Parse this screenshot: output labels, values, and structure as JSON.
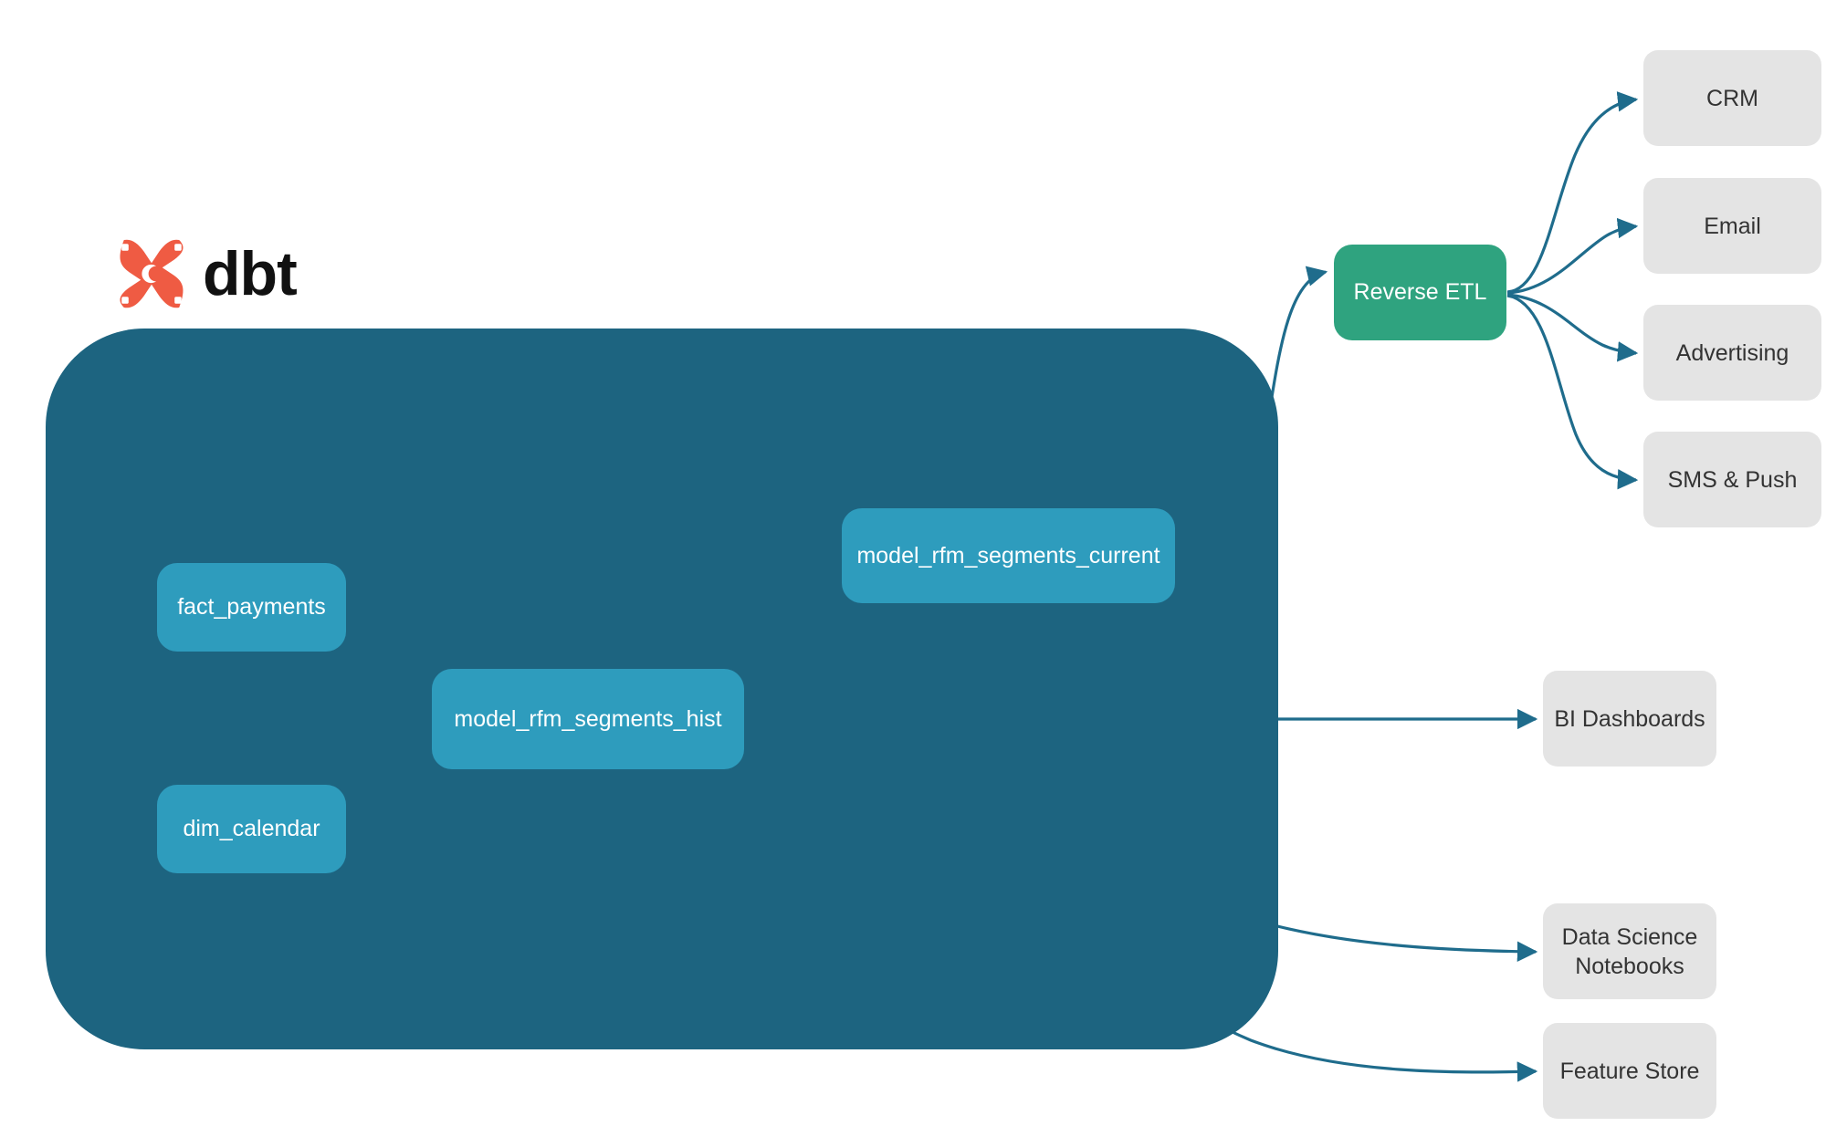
{
  "brand": {
    "name": "dbt",
    "logo_icon": "dbt-logo-icon",
    "logo_color": "#ef5b43",
    "text_color": "#111111"
  },
  "colors": {
    "warehouse_bg": "#1d6480",
    "model_node": "#2e9cbd",
    "reverse_etl": "#2fa37f",
    "destination": "#e4e4e4",
    "edge": "#1f6c8c",
    "inner_edge": "#3f8ca6",
    "page_bg": "#ffffff"
  },
  "warehouse": {
    "label": "",
    "models": [
      {
        "id": "fact_payments",
        "label": "fact_payments"
      },
      {
        "id": "dim_calendar",
        "label": "dim_calendar"
      },
      {
        "id": "model_rfm_segments_hist",
        "label": "model_rfm_segments_hist"
      },
      {
        "id": "model_rfm_segments_current",
        "label": "model_rfm_segments_current"
      }
    ]
  },
  "reverse_etl": {
    "label": "Reverse ETL"
  },
  "activation_destinations": [
    {
      "id": "crm",
      "label": "CRM"
    },
    {
      "id": "email",
      "label": "Email"
    },
    {
      "id": "advertising",
      "label": "Advertising"
    },
    {
      "id": "sms_push",
      "label": "SMS & Push"
    }
  ],
  "analytics_destinations": [
    {
      "id": "bi_dashboards",
      "label": "BI Dashboards"
    },
    {
      "id": "data_science_notebooks",
      "label": "Data Science\nNotebooks",
      "line1": "Data Science",
      "line2": "Notebooks"
    },
    {
      "id": "feature_store",
      "label": "Feature Store"
    }
  ],
  "edges": [
    {
      "from": "fact_payments",
      "to": "model_rfm_segments_hist",
      "style": "inner"
    },
    {
      "from": "dim_calendar",
      "to": "model_rfm_segments_hist",
      "style": "inner"
    },
    {
      "from": "model_rfm_segments_hist",
      "to": "model_rfm_segments_current",
      "style": "inner"
    },
    {
      "from": "model_rfm_segments_current",
      "to": "reverse_etl",
      "style": "outer"
    },
    {
      "from": "model_rfm_segments_hist",
      "to": "bi_dashboards",
      "style": "outer"
    },
    {
      "from": "model_rfm_segments_hist",
      "to": "data_science_notebooks",
      "style": "outer"
    },
    {
      "from": "model_rfm_segments_hist",
      "to": "feature_store",
      "style": "outer"
    },
    {
      "from": "reverse_etl",
      "to": "crm",
      "style": "outer"
    },
    {
      "from": "reverse_etl",
      "to": "email",
      "style": "outer"
    },
    {
      "from": "reverse_etl",
      "to": "advertising",
      "style": "outer"
    },
    {
      "from": "reverse_etl",
      "to": "sms_push",
      "style": "outer"
    }
  ]
}
